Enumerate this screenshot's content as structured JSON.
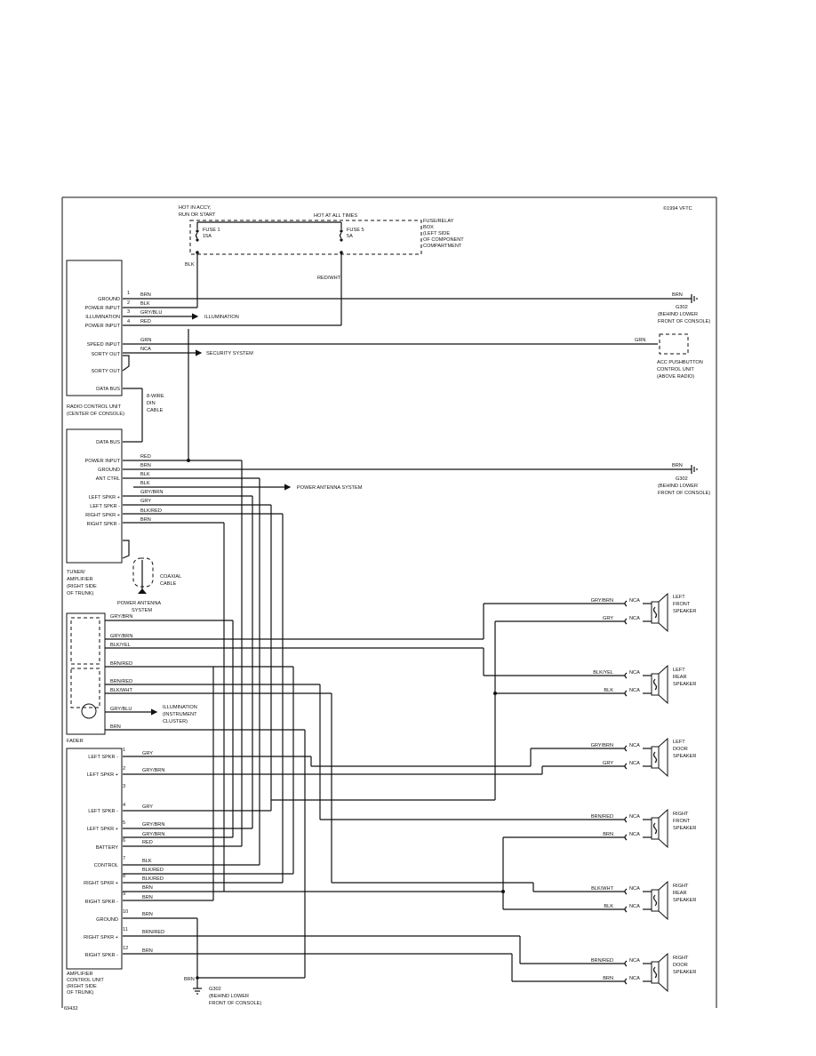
{
  "copyright": "©1994 VFTC",
  "figure_id": "69432",
  "power": {
    "hot_accy": "HOT IN ACCY,",
    "hot_accy2": "RUN OR START",
    "hot_all": "HOT AT ALL TIMES",
    "fuse1": "FUSE 1",
    "fuse1_amp": "15A",
    "fuse5": "FUSE 5",
    "fuse5_amp": "5A",
    "box_l1": "FUSE/RELAY",
    "box_l2": "BOX",
    "box_l3": "(LEFT SIDE",
    "box_l4": "OF COMPONENT",
    "box_l5": "COMPARTMENT",
    "blk": "BLK",
    "redwht": "RED/WHT"
  },
  "radio": {
    "name1": "RADIO CONTROL UNIT",
    "name2": "(CENTER OF CONSOLE)",
    "pins": [
      "GROUND",
      "POWER INPUT",
      "ILLUMINATION",
      "POWER INPUT",
      "SPEED INPUT",
      "SORTY OUT",
      "SORTY OUT",
      "DATA BUS"
    ],
    "pin_nums": [
      "1",
      "2",
      "3",
      "4"
    ],
    "wires": [
      "BRN",
      "BLK",
      "GRY/BLU",
      "RED",
      "GRN",
      "NCA"
    ],
    "illum": "ILLUMINATION",
    "security": "SECURITY SYSTEM",
    "cable1": "8-WIRE",
    "cable2": "DIN",
    "cable3": "CABLE"
  },
  "ground1": {
    "wire": "BRN",
    "name": "G302",
    "loc1": "(BEHIND LOWER",
    "loc2": "FRONT OF CONSOLE)"
  },
  "acc": {
    "wire": "GRN",
    "l1": "ACC PUSHBUTTON",
    "l2": "CONTROL UNIT",
    "l3": "(ABOVE RADIO)"
  },
  "tuner": {
    "name1": "TUNER/",
    "name2": "AMPLIFIER",
    "name3": "(RIGHT SIDE",
    "name4": "OF TRUNK)",
    "pins": [
      "DATA BUS",
      "POWER INPUT",
      "GROUND",
      "ANT CTRL",
      "LEFT SPKR +",
      "LEFT SPKR -",
      "RIGHT SPKR +",
      "RIGHT SPKR -"
    ],
    "wires": [
      "RED",
      "BRN",
      "BLK",
      "BLK",
      "GRY/BRN",
      "GRY",
      "BLK/RED",
      "BRN"
    ],
    "antenna": "POWER ANTENNA SYSTEM",
    "coax1": "COAXIAL",
    "coax2": "CABLE",
    "pas1": "POWER ANTENNA",
    "pas2": "SYSTEM"
  },
  "ground2": {
    "wire": "BRN",
    "name": "G302",
    "loc1": "(BEHIND LOWER",
    "loc2": "FRONT OF CONSOLE)"
  },
  "fader": {
    "name": "FADER",
    "wires": [
      "GRY/BRN",
      "GRY/BRN",
      "BLK/YEL",
      "BRN/RED",
      "BRN/RED",
      "BLK/WHT",
      "GRY/BLU",
      "BRN"
    ],
    "illum1": "ILLUMINATION",
    "illum2": "(INSTRUMENT",
    "illum3": "CLUSTER)"
  },
  "amp": {
    "name1": "AMPLIFIER",
    "name2": "CONTROL UNIT",
    "name3": "(RIGHT SIDE",
    "name4": "OF TRUNK)",
    "pins": [
      "LEFT SPKR -",
      "LEFT SPKR +",
      "LEFT SPKR -",
      "LEFT SPKR +",
      "BATTERY",
      "CONTROL",
      "RIGHT SPKR +",
      "RIGHT SPKR -",
      "GROUND",
      "RIGHT SPKR +",
      "RIGHT SPKR -"
    ],
    "nums": [
      "1",
      "2",
      "3",
      "4",
      "5",
      "6",
      "7",
      "8",
      "9",
      "10",
      "11",
      "12"
    ],
    "wires": [
      "GRY",
      "GRY/BRN",
      "GRY",
      "GRY/BRN",
      "GRY/BRN",
      "RED",
      "BLK",
      "BLK/RED",
      "BLK/RED",
      "BRN",
      "BRN",
      "BRN",
      "BRN/RED",
      "BRN"
    ]
  },
  "ground3": {
    "wire": "BRN",
    "name": "G302",
    "loc1": "(BEHIND LOWER",
    "loc2": "FRONT OF CONSOLE)"
  },
  "speakers": [
    {
      "l1": "LEFT",
      "l2": "FRONT",
      "l3": "SPEAKER",
      "w1": "GRY/BRN",
      "w2": "GRY"
    },
    {
      "l1": "LEFT",
      "l2": "REAR",
      "l3": "SPEAKER",
      "w1": "BLK/YEL",
      "w2": "BLK"
    },
    {
      "l1": "LEFT",
      "l2": "DOOR",
      "l3": "SPEAKER",
      "w1": "GRY/BRN",
      "w2": "GRY"
    },
    {
      "l1": "RIGHT",
      "l2": "FRONT",
      "l3": "SPEAKER",
      "w1": "BRN/RED",
      "w2": "BRN"
    },
    {
      "l1": "RIGHT",
      "l2": "REAR",
      "l3": "SPEAKER",
      "w1": "BLK/WHT",
      "w2": "BLK"
    },
    {
      "l1": "RIGHT",
      "l2": "DOOR",
      "l3": "SPEAKER",
      "w1": "BRN/RED",
      "w2": "BRN"
    }
  ],
  "nca": "NCA"
}
